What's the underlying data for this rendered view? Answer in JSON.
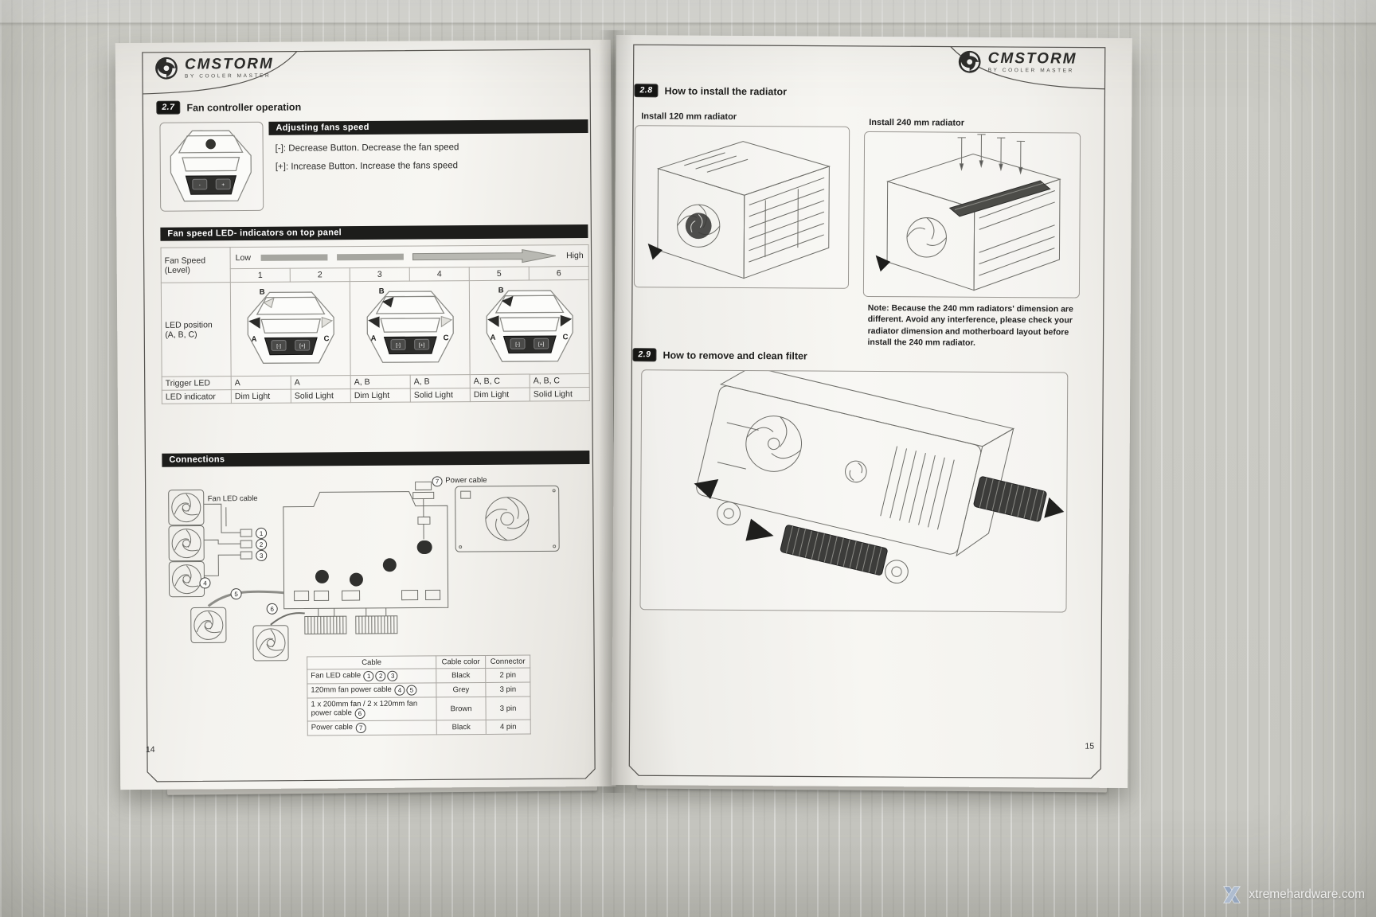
{
  "brand": {
    "name": "CMSTORM",
    "tagline": "BY COOLER MASTER"
  },
  "watermark": {
    "text": "xtremehardware.com"
  },
  "left": {
    "page_number": "14",
    "s27": {
      "badge": "2.7",
      "title": "Fan controller operation"
    },
    "controller": {
      "minus": "-",
      "plus": "+"
    },
    "adjust": {
      "header": "Adjusting fans speed",
      "minus_line": "[-]: Decrease Button. Decrease the fan speed",
      "plus_line": "[+]: Increase Button. Increase the fans speed"
    },
    "led": {
      "header": "Fan speed LED- indicators on top panel",
      "fan_speed_label_1": "Fan Speed",
      "fan_speed_label_2": "(Level)",
      "low": "Low",
      "high": "High",
      "levels": [
        "1",
        "2",
        "3",
        "4",
        "5",
        "6"
      ],
      "position_label_1": "LED position",
      "position_label_2": "(A, B, C)",
      "letters": [
        "A",
        "B",
        "C"
      ],
      "minus": "[-]",
      "plus": "[+]",
      "trigger_label": "Trigger LED",
      "trigger": [
        "A",
        "A",
        "A, B",
        "A, B",
        "A, B, C",
        "A, B, C"
      ],
      "indicator_label": "LED indicator",
      "indicator": [
        "Dim Light",
        "Solid Light",
        "Dim Light",
        "Solid Light",
        "Dim Light",
        "Solid Light"
      ]
    },
    "connections": {
      "header": "Connections",
      "fan_led_cable_label": "Fan LED cable",
      "power_cable_label": "Power cable",
      "diagram_numbers": [
        "1",
        "2",
        "3",
        "4",
        "5",
        "6",
        "7"
      ],
      "table": {
        "headers": [
          "Cable",
          "Cable color",
          "Connector"
        ],
        "rows": [
          {
            "label": "Fan LED cable",
            "nums": [
              "1",
              "2",
              "3"
            ],
            "color": "Black",
            "connector": "2 pin"
          },
          {
            "label": "120mm fan power cable",
            "nums": [
              "4",
              "5"
            ],
            "color": "Grey",
            "connector": "3 pin"
          },
          {
            "label": "1 x 200mm fan / 2 x 120mm fan power cable",
            "nums": [
              "6"
            ],
            "color": "Brown",
            "connector": "3 pin"
          },
          {
            "label": "Power cable",
            "nums": [
              "7"
            ],
            "color": "Black",
            "connector": "4 pin"
          }
        ]
      }
    }
  },
  "right": {
    "page_number": "15",
    "s28": {
      "badge": "2.8",
      "title": "How to install the radiator",
      "label_120": "Install 120 mm radiator",
      "label_240": "Install 240 mm radiator",
      "note": "Note: Because the 240 mm radiators' dimension are different. Avoid any interference, please check your radiator dimension and motherboard layout before install the 240 mm radiator."
    },
    "s29": {
      "badge": "2.9",
      "title": "How to remove and clean filter"
    }
  }
}
